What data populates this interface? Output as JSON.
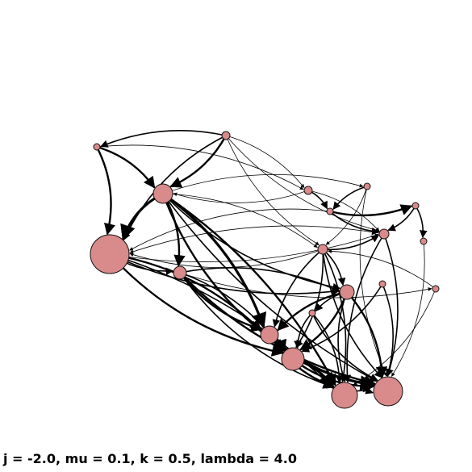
{
  "caption": "j = -2.0, mu = 0.1, k = 0.5, lambda = 4.0",
  "colors": {
    "node_fill": "#d98a8a",
    "edge": "#000000",
    "background": "#ffffff"
  },
  "nodes": [
    {
      "id": "n1",
      "size": 12
    },
    {
      "id": "n2",
      "size": 24
    },
    {
      "id": "n3",
      "size": 8
    },
    {
      "id": "n4",
      "size": 5
    },
    {
      "id": "n5",
      "size": 5
    },
    {
      "id": "n6",
      "size": 6
    },
    {
      "id": "n7",
      "size": 4
    },
    {
      "id": "n8",
      "size": 9
    },
    {
      "id": "n9",
      "size": 6
    },
    {
      "id": "n10",
      "size": 4
    },
    {
      "id": "n11",
      "size": 4
    },
    {
      "id": "n12",
      "size": 4
    },
    {
      "id": "n13",
      "size": 4
    },
    {
      "id": "n14",
      "size": 11
    },
    {
      "id": "n15",
      "size": 14
    },
    {
      "id": "n16",
      "size": 16
    },
    {
      "id": "n17",
      "size": 18
    },
    {
      "id": "n18",
      "size": 4
    },
    {
      "id": "n19",
      "size": 4
    },
    {
      "id": "n20",
      "size": 4
    }
  ]
}
